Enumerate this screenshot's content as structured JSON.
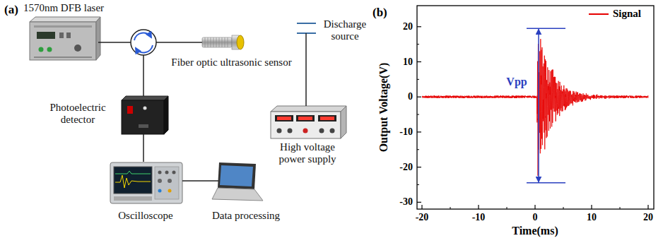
{
  "diagram": {
    "nodes": [
      {
        "text": [
          "1570nm DFB laser"
        ]
      },
      {
        "text": [
          "Fiber optic ultrasonic sensor"
        ]
      },
      {
        "text": [
          "Discharge source"
        ]
      },
      {
        "text": [
          "Photoelectric detector"
        ]
      },
      {
        "text": [
          "High voltage power supply"
        ]
      },
      {
        "text": [
          "Oscilloscope"
        ]
      },
      {
        "text": [
          "Data processing"
        ]
      }
    ],
    "edges": [
      {
        "from": 3,
        "to": 5,
        "arrow": "none"
      },
      {
        "from": 5,
        "to": 6,
        "arrow": "none"
      },
      {
        "from": 2,
        "to": 4,
        "arrow": "none"
      }
    ],
    "labels": [
      "(a)",
      "(b)",
      "20",
      "10",
      "0",
      "-10",
      "-20",
      "-30",
      "-20",
      "-10",
      "0",
      "10",
      "20",
      "Output Voltage(V)",
      "Time(ms)",
      "Vpp"
    ],
    "legend": [
      {
        "text": "Signal"
      }
    ]
  }
}
